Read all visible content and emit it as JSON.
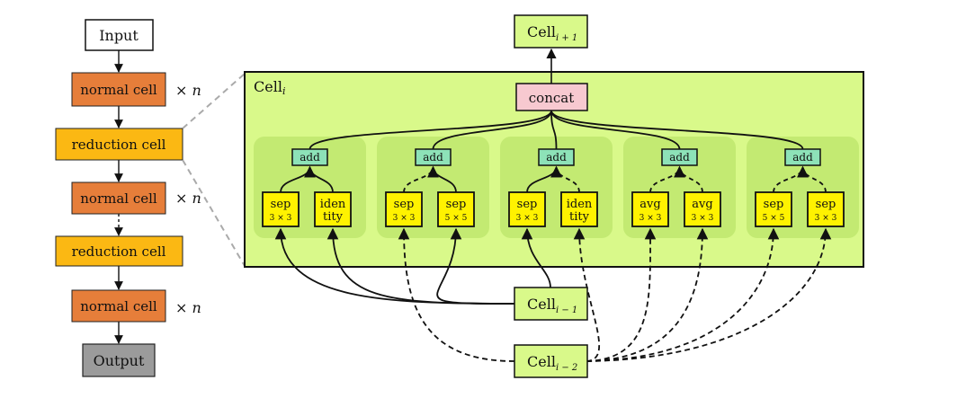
{
  "colors": {
    "input": "#ffffff",
    "normal_cell": "#e67e3a",
    "reduction_cell": "#fbb813",
    "output": "#9b9b9b",
    "cell_bg": "#d9f98a",
    "cell_border": "#111111",
    "group_bg": "#c3ea72",
    "concat": "#f7c9d0",
    "add": "#8de2b8",
    "op": "#fff200",
    "cell_node": "#d9f98a"
  },
  "macro": {
    "input": "Input",
    "normal_cell": "normal cell",
    "reduction_cell": "reduction cell",
    "output": "Output",
    "repeat": "× n"
  },
  "cell": {
    "title": "Cell",
    "title_sub": "i",
    "concat": "concat",
    "add": "add",
    "next": {
      "base": "Cell",
      "sub": "i + 1"
    },
    "prev1": {
      "base": "Cell",
      "sub": "i − 1"
    },
    "prev2": {
      "base": "Cell",
      "sub": "i − 2"
    }
  },
  "groups": [
    {
      "ops": [
        {
          "l1": "sep",
          "l2": "3 × 3",
          "src": "prev1"
        },
        {
          "l1": "iden",
          "l2": "tity",
          "src": "prev1"
        }
      ]
    },
    {
      "ops": [
        {
          "l1": "sep",
          "l2": "3 × 3",
          "src": "prev2"
        },
        {
          "l1": "sep",
          "l2": "5 × 5",
          "src": "prev1"
        }
      ]
    },
    {
      "ops": [
        {
          "l1": "sep",
          "l2": "3 × 3",
          "src": "prev1"
        },
        {
          "l1": "iden",
          "l2": "tity",
          "src": "prev2"
        }
      ]
    },
    {
      "ops": [
        {
          "l1": "avg",
          "l2": "3 × 3",
          "src": "prev2"
        },
        {
          "l1": "avg",
          "l2": "3 × 3",
          "src": "prev2"
        }
      ]
    },
    {
      "ops": [
        {
          "l1": "sep",
          "l2": "5 × 5",
          "src": "prev2"
        },
        {
          "l1": "sep",
          "l2": "3 × 3",
          "src": "prev2"
        }
      ]
    }
  ]
}
